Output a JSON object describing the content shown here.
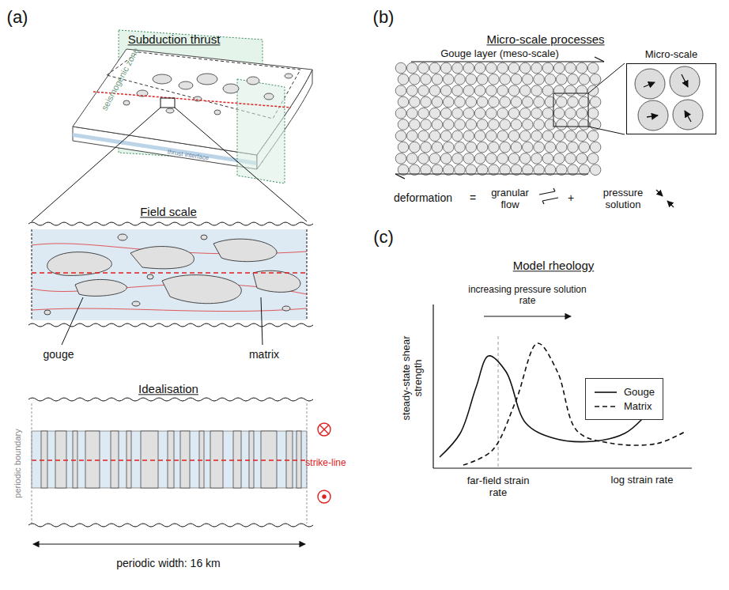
{
  "diagram": {
    "nodes": [
      {
        "text": [
          "Gouge layer (meso-scale)"
        ]
      },
      {
        "text": [
          "Micro-scale"
        ]
      }
    ],
    "labels": [
      "(a)",
      "Subduction thrust",
      "seismogenic zone",
      "thrust interface",
      "Field scale",
      "gouge",
      "matrix",
      "Idealisation",
      "periodic boundary",
      "strike-line",
      "periodic width: 16 km",
      "(b)",
      "Micro-scale processes",
      "deformation",
      "=",
      "granular flow",
      "+",
      "pressure solution",
      "(c)",
      "Model rheology",
      "increasing pressure solution rate",
      "steady-state shear strength",
      "far-field strain rate",
      "log strain rate"
    ],
    "legend": [
      {
        "text": "Gouge"
      },
      {
        "text": "Matrix"
      }
    ]
  }
}
